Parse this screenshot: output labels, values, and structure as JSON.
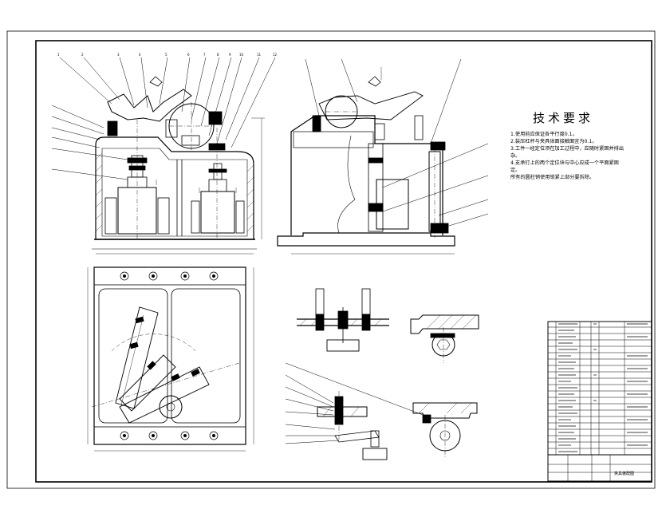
{
  "technical_requirements": {
    "title": "技术要求",
    "notes": [
      "1.使用前应保证各平行度0.1。",
      "2.装压杠杆与夹具体面接触面宜为0.1。",
      "3.工件一经定位须在加工过程中，应随时紧固并排出",
      "  杂。",
      "4.支承钉上的两个定位块与中心应成一个平面紧固",
      "  定。",
      "  所有的圆柱销使用锁紧上部分要拆除。"
    ]
  },
  "title_block": {
    "drawing_name": "夹具装配图"
  },
  "colors": {
    "line": "#000000",
    "paper": "#ffffff"
  }
}
